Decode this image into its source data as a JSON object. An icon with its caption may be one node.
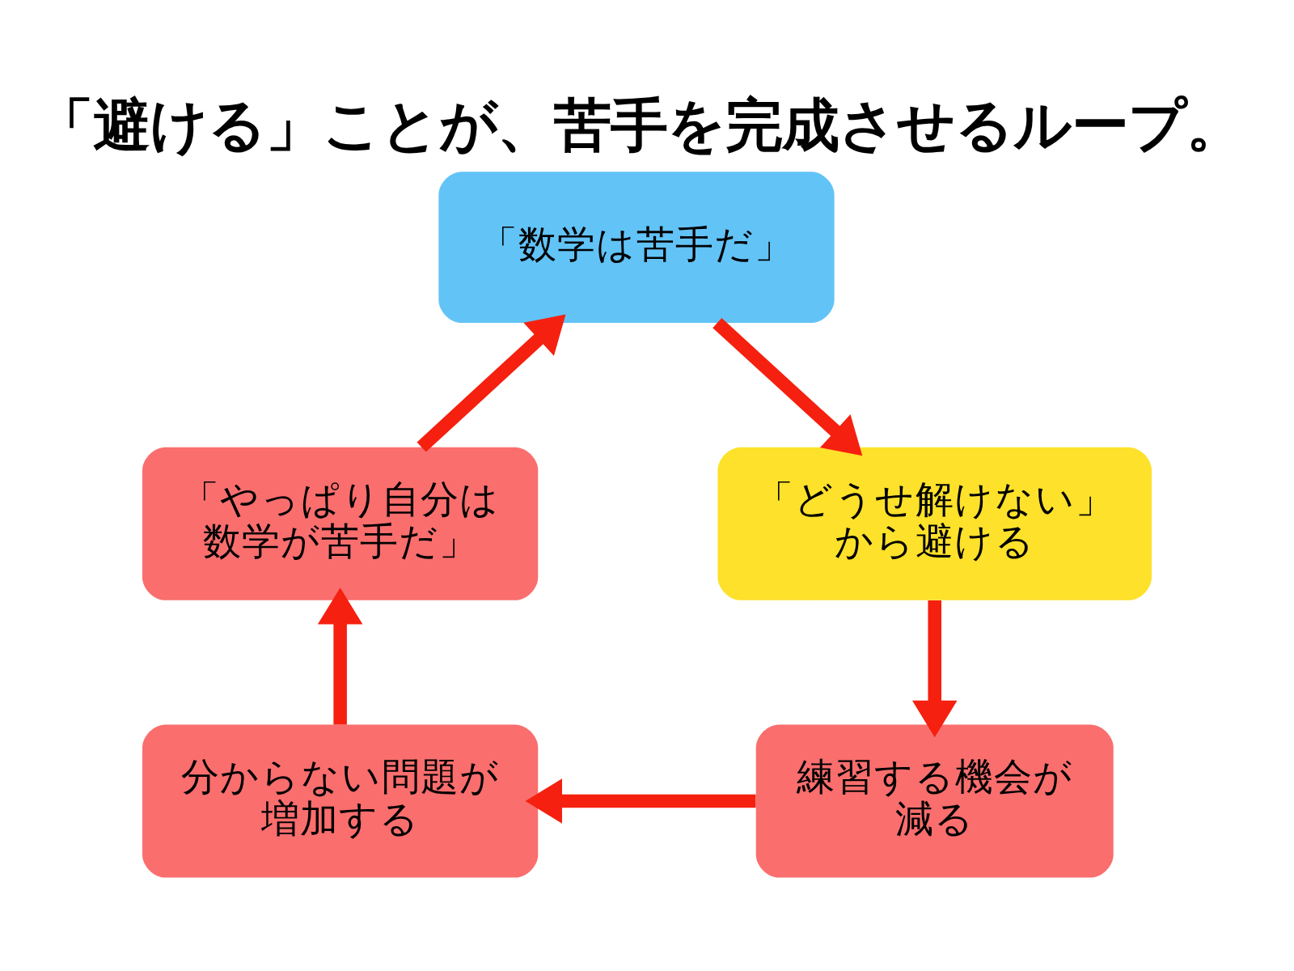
{
  "diagram": {
    "title": "「避ける」ことが、苦手を完成させるループ。",
    "nodes": [
      {
        "text": [
          "「数学は苦手だ」"
        ]
      },
      {
        "text": [
          "「どうせ解けない」から避ける"
        ]
      },
      {
        "text": [
          "練習する機会が減る"
        ]
      },
      {
        "text": [
          "分からない問題が増加する"
        ]
      },
      {
        "text": [
          "「やっぱり自分は数学が苦手だ」"
        ]
      }
    ],
    "edges": [
      {
        "from": 0,
        "to": 1,
        "arrow": "to"
      },
      {
        "from": 1,
        "to": 2,
        "arrow": "to"
      },
      {
        "from": 2,
        "to": 3,
        "arrow": "to"
      },
      {
        "from": 3,
        "to": 4,
        "arrow": "to"
      },
      {
        "from": 4,
        "to": 0,
        "arrow": "to"
      }
    ]
  }
}
